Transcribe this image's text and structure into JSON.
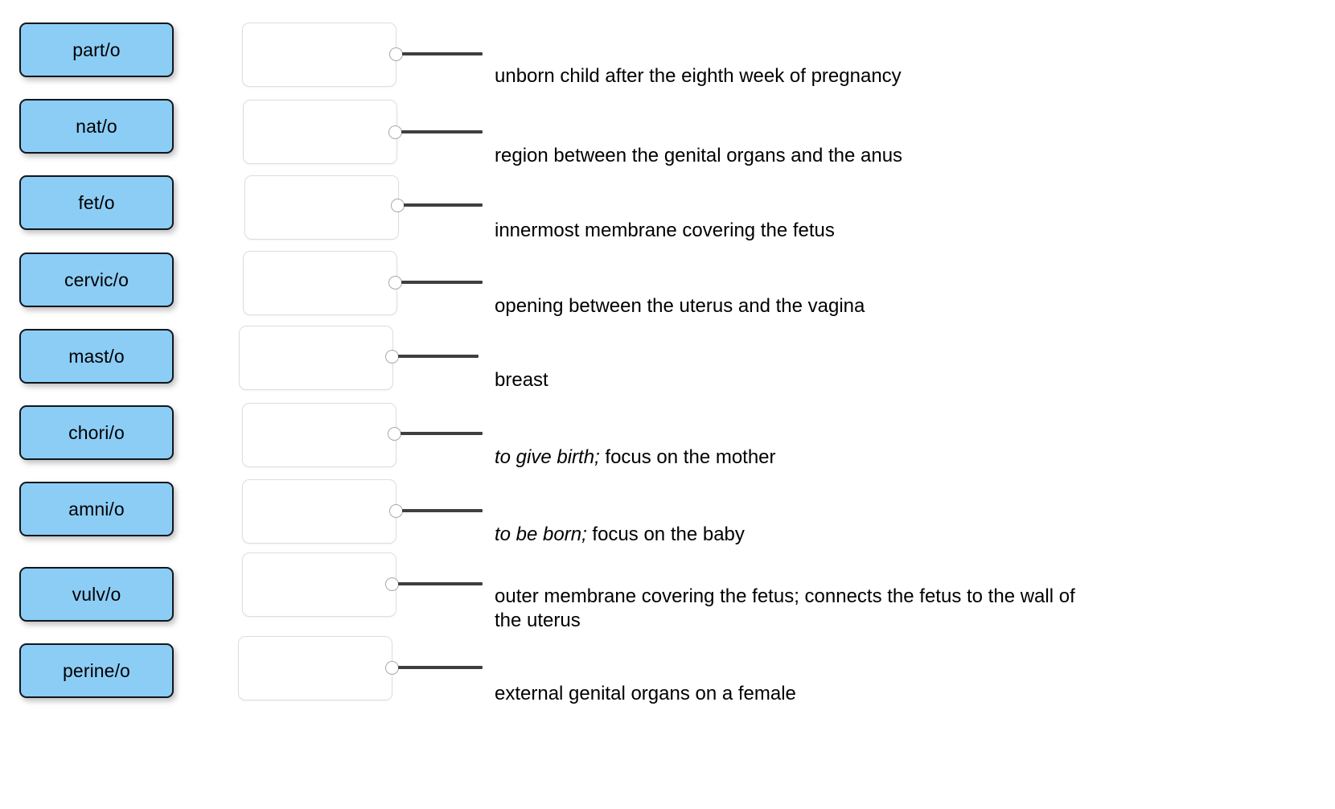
{
  "exercise": {
    "type": "drag-and-drop-matching",
    "topic": "obstetric and female reproductive combining forms",
    "accent_color": "#8ccdf5",
    "tile_border_color": "#12161c",
    "connector_color": "#3f3f3f",
    "dropbox_border_color": "#dededd"
  },
  "tile_bank": {
    "tiles": [
      {
        "label": "part/o"
      },
      {
        "label": "nat/o"
      },
      {
        "label": "fet/o"
      },
      {
        "label": "cervic/o"
      },
      {
        "label": "mast/o"
      },
      {
        "label": "chori/o"
      },
      {
        "label": "amni/o"
      },
      {
        "label": "vulv/o"
      },
      {
        "label": "perine/o"
      }
    ]
  },
  "match_rows": [
    {
      "answer_value": "",
      "definition_plain": "unborn child after the eighth week of pregnancy",
      "definition_italic": "",
      "definition_rest": "unborn child after the eighth week of pregnancy"
    },
    {
      "answer_value": "",
      "definition_plain": "region between the genital organs and the anus",
      "definition_italic": "",
      "definition_rest": "region between the genital organs and the anus"
    },
    {
      "answer_value": "",
      "definition_plain": "innermost membrane covering the fetus",
      "definition_italic": "",
      "definition_rest": "innermost membrane covering the fetus"
    },
    {
      "answer_value": "",
      "definition_plain": "opening between the uterus and the vagina",
      "definition_italic": "",
      "definition_rest": "opening between the uterus and the vagina"
    },
    {
      "answer_value": "",
      "definition_plain": "breast",
      "definition_italic": "",
      "definition_rest": "breast"
    },
    {
      "answer_value": "",
      "definition_plain": "to give birth; focus on the mother",
      "definition_italic": "to give birth;",
      "definition_rest": " focus on the mother"
    },
    {
      "answer_value": "",
      "definition_plain": "to be born; focus on the baby",
      "definition_italic": "to be born;",
      "definition_rest": " focus on the baby"
    },
    {
      "answer_value": "",
      "definition_plain": "outer membrane covering the fetus; connects the fetus to the wall of the uterus",
      "definition_italic": "",
      "definition_rest": "outer membrane covering the fetus; connects the fetus to the wall of\nthe uterus"
    },
    {
      "answer_value": "",
      "definition_plain": "external genital organs on a female",
      "definition_italic": "",
      "definition_rest": "external genital organs on a female"
    }
  ]
}
